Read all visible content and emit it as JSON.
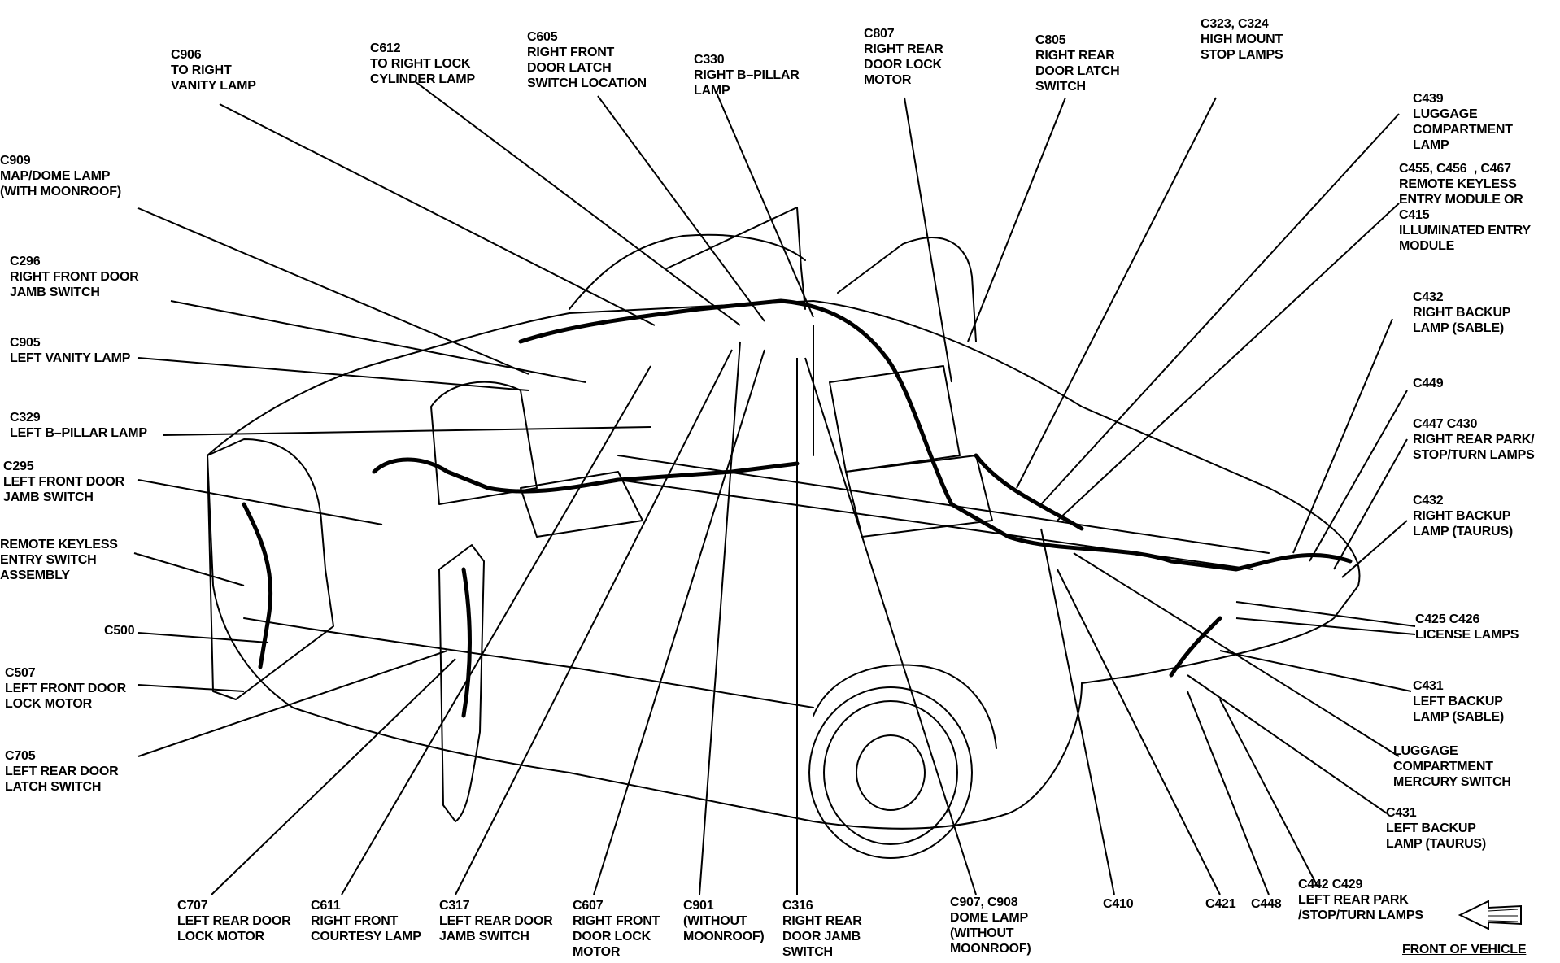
{
  "labels": {
    "c906": [
      "C906",
      "TO RIGHT",
      "VANITY LAMP"
    ],
    "c612": [
      "C612",
      "TO RIGHT LOCK",
      "CYLINDER LAMP"
    ],
    "c605": [
      "C605",
      "RIGHT FRONT",
      "DOOR LATCH",
      "SWITCH LOCATION"
    ],
    "c330": [
      "C330",
      "RIGHT B–PILLAR",
      "LAMP"
    ],
    "c807": [
      "C807",
      "RIGHT REAR",
      "DOOR LOCK",
      "MOTOR"
    ],
    "c805": [
      "C805",
      "RIGHT REAR",
      "DOOR LATCH",
      "SWITCH"
    ],
    "c323": [
      "C323, C324",
      "HIGH MOUNT",
      "STOP LAMPS"
    ],
    "c439": [
      "C439",
      "LUGGAGE",
      "COMPARTMENT",
      "LAMP"
    ],
    "c455": [
      "C455, C456  , C467",
      "REMOTE KEYLESS",
      "ENTRY MODULE OR",
      "C415",
      "ILLUMINATED ENTRY",
      "MODULE"
    ],
    "c432s": [
      "C432",
      "RIGHT BACKUP",
      "LAMP (SABLE)"
    ],
    "c449": [
      "C449"
    ],
    "c447": [
      "C447 C430",
      "RIGHT REAR PARK/",
      "STOP/TURN LAMPS"
    ],
    "c432t": [
      "C432",
      "RIGHT BACKUP",
      "LAMP (TAURUS)"
    ],
    "c425": [
      "C425 C426",
      "LICENSE LAMPS"
    ],
    "c431s": [
      "C431",
      "LEFT BACKUP",
      "LAMP (SABLE)"
    ],
    "lcms": [
      "LUGGAGE",
      "COMPARTMENT",
      "MERCURY SWITCH"
    ],
    "c431t": [
      "C431",
      "LEFT BACKUP",
      "LAMP (TAURUS)"
    ],
    "c909": [
      "C909",
      "MAP/DOME LAMP",
      "(WITH MOONROOF)"
    ],
    "c296": [
      "C296",
      "RIGHT FRONT DOOR",
      "JAMB SWITCH"
    ],
    "c905": [
      "C905",
      "LEFT VANITY LAMP"
    ],
    "c329": [
      "C329",
      "LEFT B–PILLAR LAMP"
    ],
    "c295": [
      "C295",
      "LEFT FRONT DOOR",
      "JAMB SWITCH"
    ],
    "rkes": [
      "REMOTE KEYLESS",
      "ENTRY SWITCH",
      "ASSEMBLY"
    ],
    "c500": [
      "C500"
    ],
    "c507": [
      "C507",
      "LEFT FRONT DOOR",
      "LOCK MOTOR"
    ],
    "c705": [
      "C705",
      "LEFT REAR DOOR",
      "LATCH SWITCH"
    ],
    "c707": [
      "C707",
      "LEFT REAR DOOR",
      "LOCK MOTOR"
    ],
    "c611": [
      "C611",
      "RIGHT FRONT",
      "COURTESY LAMP"
    ],
    "c317": [
      "C317",
      "LEFT REAR DOOR",
      "JAMB SWITCH"
    ],
    "c607": [
      "C607",
      "RIGHT FRONT",
      "DOOR LOCK",
      "MOTOR"
    ],
    "c901": [
      "C901",
      "(WITHOUT",
      "MOONROOF)"
    ],
    "c316": [
      "C316",
      "RIGHT REAR",
      "DOOR JAMB",
      "SWITCH"
    ],
    "c907": [
      "C907, C908",
      "DOME LAMP",
      "(WITHOUT",
      "MOONROOF)"
    ],
    "c410": [
      "C410"
    ],
    "c421": [
      "C421"
    ],
    "c448": [
      "C448"
    ],
    "c442": [
      "C442 C429",
      "LEFT REAR PARK",
      "/STOP/TURN LAMPS"
    ],
    "front": [
      "FRONT OF VEHICLE"
    ]
  }
}
